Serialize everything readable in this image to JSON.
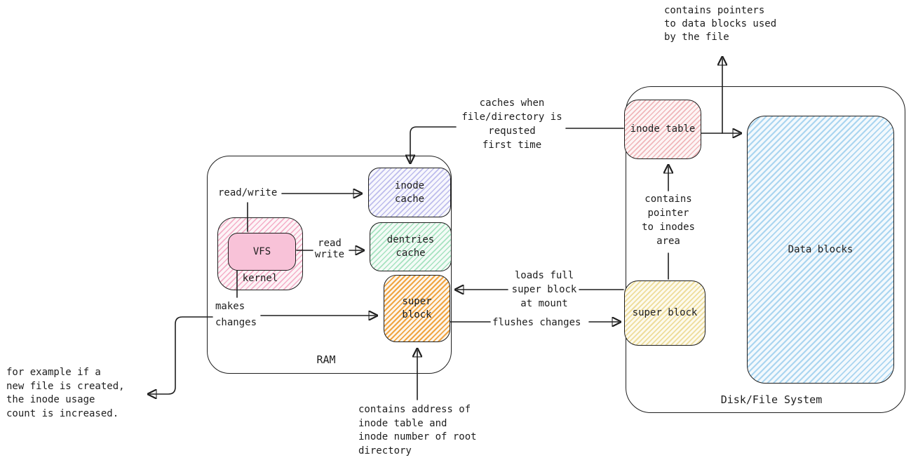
{
  "boxes": {
    "ram_label": "RAM",
    "kernel_label": "kernel",
    "vfs_label": "VFS",
    "inode_cache_label": "inode\ncache",
    "dentries_cache_label": "dentries\ncache",
    "ram_super_block_label": "super\nblock",
    "disk_label": "Disk/File System",
    "inode_table_label": "inode table",
    "disk_super_block_label": "super block",
    "data_blocks_label": "Data blocks"
  },
  "annotations": {
    "contains_pointers_data_blocks": "contains pointers\nto data blocks used\nby the file",
    "caches_when": "caches when\nfile/directory is\nrequsted\nfirst time",
    "read_write_inode": "read/write",
    "read_write_dentries": "read\nwrite",
    "makes_changes": "makes\nchanges",
    "loads_full_super_block": "loads full\nsuper block\nat mount",
    "flushes_changes": "flushes changes",
    "contains_pointer_inodes": "contains\npointer\nto inodes\narea",
    "contains_address_root": "contains address of\ninode table and\ninode number of root\ndirectory",
    "for_example": "for example if a\nnew file is created,\nthe inode usage\ncount is increased."
  },
  "colors": {
    "stroke": "#1e1e1e",
    "vfs_fill": "#f8c2d8",
    "kernel_hatch": "#f4afc8",
    "inode_cache_hatch": "#bdbcec",
    "dentries_cache_hatch": "#a6e2c0",
    "ram_super_block_hatch": "#f0a441",
    "inode_table_hatch": "#f0b7ba",
    "disk_super_block_hatch": "#eedd9b",
    "data_blocks_hatch": "#aad5f0"
  }
}
